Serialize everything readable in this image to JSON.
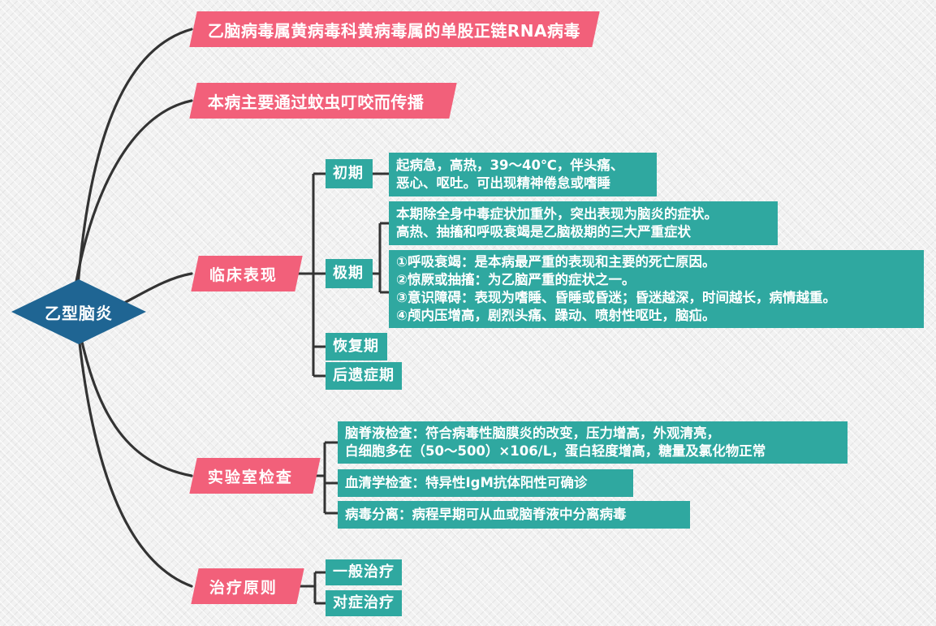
{
  "diagram": {
    "type": "mind-map",
    "title": "乙型脑炎",
    "colors": {
      "root": "#1f6593",
      "branch": "#f2607a",
      "leaf": "#2fa8a0",
      "connector": "#333333",
      "background": "#f2f2f2"
    }
  },
  "root": {
    "label": "乙型脑炎"
  },
  "branches": [
    {
      "label": "乙脑病毒属黄病毒科黄病毒属的单股正链RNA病毒"
    },
    {
      "label": "本病主要通过蚊虫叮咬而传播"
    },
    {
      "label": "临床表现"
    },
    {
      "label": "实验室检查"
    },
    {
      "label": "治疗原则"
    }
  ],
  "clinical": {
    "label": "临床表现",
    "stages": [
      {
        "label": "初期"
      },
      {
        "label": "极期"
      },
      {
        "label": "恢复期"
      },
      {
        "label": "后遗症期"
      }
    ],
    "early_detail": "起病急，高热，39～40℃，伴头痛、\n恶心、呕吐。可出现精神倦怠或嗜睡",
    "peak_summary": "本期除全身中毒症状加重外，突出表现为脑炎的症状。\n高热、抽搐和呼吸衰竭是乙脑极期的三大严重症状",
    "peak_items": "①呼吸衰竭：是本病最严重的表现和主要的死亡原因。\n②惊厥或抽搐：为乙脑严重的症状之一。\n③意识障碍：表现为嗜睡、昏睡或昏迷；昏迷越深，时间越长，病情越重。\n④颅内压增高，剧烈头痛、躁动、喷射性呕吐，脑疝。"
  },
  "lab": {
    "label": "实验室检查",
    "items": [
      {
        "text": "脑脊液检查：符合病毒性脑膜炎的改变，压力增高，外观清亮，\n白细胞多在（50～500）×106/L，蛋白轻度增高，糖量及氯化物正常"
      },
      {
        "text": "血清学检查：特异性IgM抗体阳性可确诊"
      },
      {
        "text": "病毒分离：病程早期可从血或脑脊液中分离病毒"
      }
    ]
  },
  "treatment": {
    "label": "治疗原则",
    "items": [
      {
        "label": "一般治疗"
      },
      {
        "label": "对症治疗"
      }
    ]
  }
}
